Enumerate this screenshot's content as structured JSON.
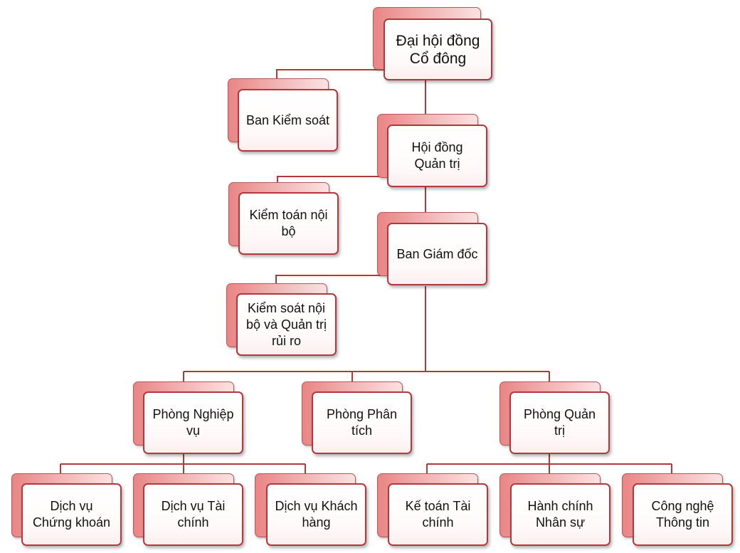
{
  "nodes": {
    "shareholders": "Đại hội đồng\nCổ đông",
    "supervisory_board": "Ban Kiểm soát",
    "board_of_directors": "Hội đồng\nQuản trị",
    "internal_audit": "Kiểm toán nội\nbộ",
    "management": "Ban Giám đốc",
    "internal_control": "Kiểm soát nội\nbộ và Quản trị\nrủi ro",
    "business_dept": "Phòng Nghiệp\nvụ",
    "analysis_dept": "Phòng Phân\ntích",
    "admin_dept": "Phòng Quản\ntrị",
    "securities_service": "Dịch vụ\nChứng khoán",
    "financial_service": "Dịch vụ Tài\nchính",
    "customer_service": "Dịch vụ Khách\nhàng",
    "accounting": "Kế toán Tài\nchính",
    "hr": "Hành chính\nNhân sự",
    "it": "Công nghệ\nThông tin"
  },
  "colors": {
    "connector": "#b03a3a",
    "box_border": "#b4373d",
    "shadow_fill": "#f2b0b0"
  }
}
